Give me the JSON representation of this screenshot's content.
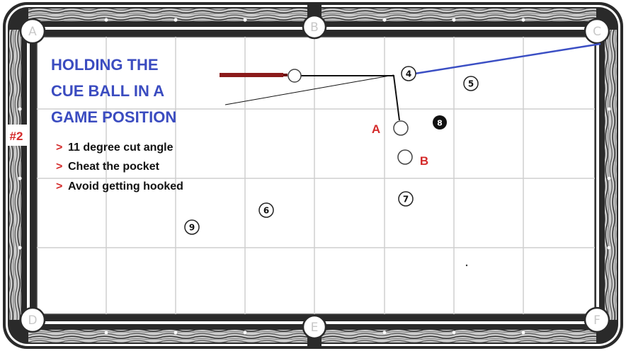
{
  "diagram": {
    "number_label": "#2",
    "title_lines": [
      "HOLDING THE",
      "CUE BALL IN A",
      "GAME POSITION"
    ],
    "bullet_marker": ">",
    "bullets": [
      "11 degree cut angle",
      "Cheat the pocket",
      "Avoid getting hooked"
    ]
  },
  "pockets": [
    "A",
    "B",
    "C",
    "D",
    "E",
    "F"
  ],
  "balls": {
    "four": "4",
    "five": "5",
    "six": "6",
    "seven": "7",
    "eight": "8",
    "nine": "9"
  },
  "positions": {
    "a": "A",
    "b": "B"
  },
  "colors": {
    "title": "#3b4cc0",
    "accent_red": "#d42a2a",
    "cue_stick": "#8b1a1a",
    "aim_line": "#3b4fc4",
    "felt": "#ffffff",
    "grid": "#cfcfcf",
    "rail_dark": "#2a2a2a"
  }
}
